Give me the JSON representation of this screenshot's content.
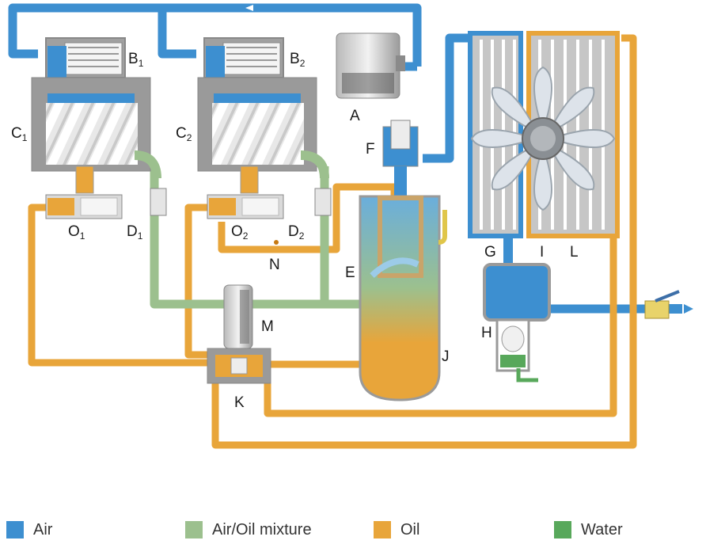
{
  "colors": {
    "air": "#3d8fd0",
    "mixture": "#9cc08e",
    "oil": "#e8a53a",
    "water": "#58a85b",
    "housing": "#a0a0a0"
  },
  "labels": {
    "A": "A",
    "B1": "B",
    "B1_sub": "1",
    "B2": "B",
    "B2_sub": "2",
    "C1": "C",
    "C1_sub": "1",
    "C2": "C",
    "C2_sub": "2",
    "D1": "D",
    "D1_sub": "1",
    "D2": "D",
    "D2_sub": "2",
    "O1": "O",
    "O1_sub": "1",
    "O2": "O",
    "O2_sub": "2",
    "E": "E",
    "F": "F",
    "G": "G",
    "H": "H",
    "I": "I",
    "J": "J",
    "K": "K",
    "L": "L",
    "M": "M",
    "N": "N"
  },
  "legend": [
    {
      "label": "Air",
      "color": "#3d8fd0"
    },
    {
      "label": "Air/Oil mixture",
      "color": "#9cc08e"
    },
    {
      "label": "Oil",
      "color": "#e8a53a"
    },
    {
      "label": "Water",
      "color": "#58a85b"
    }
  ]
}
